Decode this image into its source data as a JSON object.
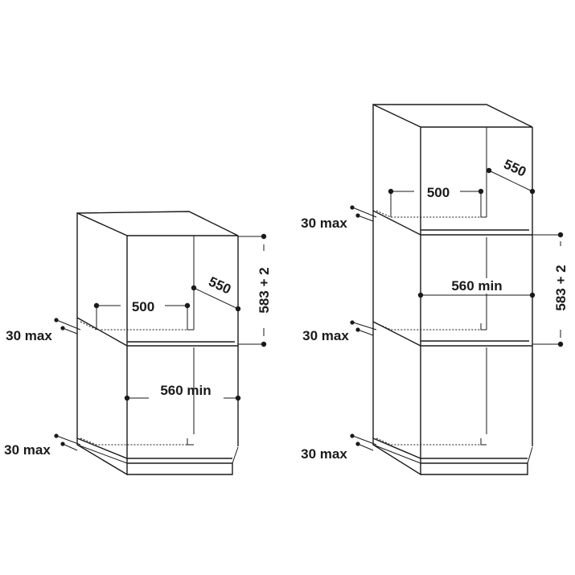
{
  "left_cabinet": {
    "depth_label": "500",
    "width_label": "560 min",
    "diag_label": "550",
    "height_label": "583 + 2",
    "gap_top_label": "30 max",
    "gap_bottom_label": "30 max"
  },
  "right_cabinet": {
    "depth_label": "500",
    "width_label": "560 min",
    "diag_label": "550",
    "height_label": "583 + 2",
    "gap_top_label": "30 max",
    "gap_mid_label": "30 max",
    "gap_bottom_label": "30 max"
  }
}
